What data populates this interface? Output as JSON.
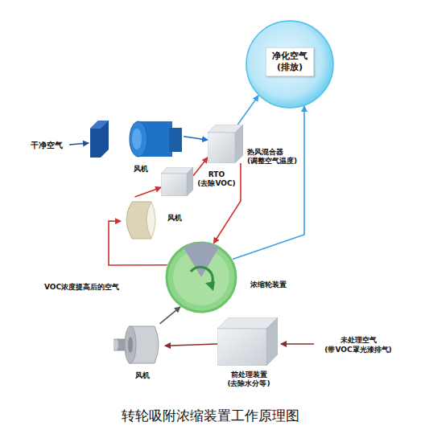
{
  "diagram": {
    "caption": "转轮吸附浓缩装置工作原理图",
    "nodes": [
      {
        "text": [
          "净化空气 (排放)"
        ]
      },
      {
        "text": [
          "风机"
        ]
      },
      {
        "text": [
          "热风混合器 (调整空气温度)"
        ]
      },
      {
        "text": [
          "RTO (去除VOC)"
        ]
      },
      {
        "text": [
          "风机"
        ]
      },
      {
        "text": [
          "浓缩轮装置"
        ]
      },
      {
        "text": [
          "风机"
        ]
      },
      {
        "text": [
          "前处理装置 (去除水分等)"
        ]
      }
    ],
    "edges": [
      {
        "from": 1,
        "to": 2,
        "arrow": "to"
      },
      {
        "from": 2,
        "to": 0,
        "arrow": "to"
      },
      {
        "from": 3,
        "to": 2,
        "arrow": "to"
      },
      {
        "from": 4,
        "to": 3,
        "arrow": "to"
      },
      {
        "from": 5,
        "to": 4,
        "arrow": "to"
      },
      {
        "from": 2,
        "to": 5,
        "arrow": "to"
      },
      {
        "from": 5,
        "to": 0,
        "arrow": "to"
      },
      {
        "from": 6,
        "to": 5,
        "arrow": "to"
      },
      {
        "from": 7,
        "to": 6,
        "arrow": "to"
      }
    ],
    "labels": [
      "干净空气",
      "VOC浓度提高后的空气",
      "未处理空气 (带VOC罩光漆排气)"
    ]
  }
}
